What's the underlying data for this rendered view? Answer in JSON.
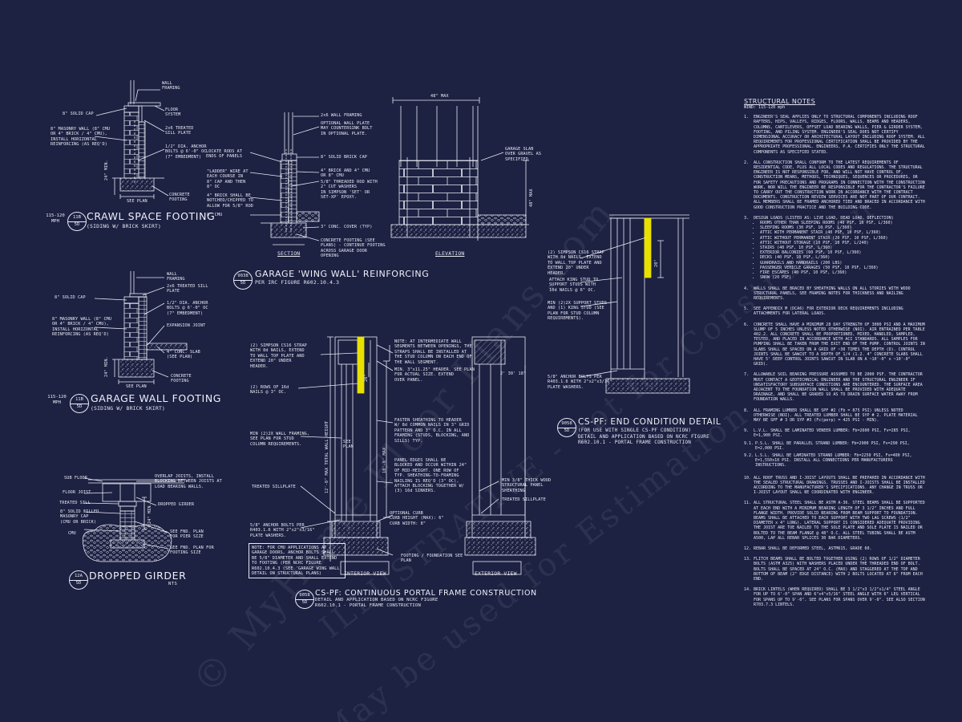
{
  "watermark": {
    "line1": "© MyHome Floor Plans.com",
    "line2": "ILLUSTRATIVE - not for Construction",
    "line3": "May be used for Estimation"
  },
  "colors": {
    "background": "#1d2142",
    "linework": "#e8eaf2",
    "highlight": "#e8e000",
    "watermark": "#ffffff"
  },
  "crawl": {
    "title": "CRAWL SPACE FOOTING",
    "subtitle": "(SIDING W/ BRICK SKIRT)",
    "bubble_top": "11B",
    "bubble_bottom": "5D",
    "mph": "115-120\nMPH",
    "labels": {
      "wall_framing": "WALL\nFRAMING",
      "solid_cap": "8\" SOLID CAP",
      "floor_system": "FLOOR\nSYSTEM",
      "treated_sill": "2x6 TREATED\nSILL PLATE",
      "masonry": "8\" MASONRY WALL (8\" CMU\nOR 4\" BRICK / 4\" CMU),\nINSTALL HORIZONTAL\nREINFORCING (AS REQ'D)",
      "anchor_bolts": "1/2\" DIA. ANCHOR\nBOLTS @ 6'-0\" OC\n(7\" EMBEDMENT)",
      "concrete_footing": "CONCRETE\nFOOTING",
      "see_plan": "SEE PLAN",
      "dim": "24\" MIN."
    }
  },
  "garage_wall": {
    "title": "GARAGE WALL FOOTING",
    "subtitle": "(SIDING W/ BRICK SKIRT)",
    "bubble_top": "11B",
    "bubble_bottom": "5D",
    "mph": "115-120\nMPH",
    "labels": {
      "wall_framing": "WALL\nFRAMING",
      "treated_sill": "2x6 TREATED SILL\nPLATE",
      "solid_cap": "8\" SOLID CAP",
      "masonry": "8\" MASONRY WALL (8\" CMU\nOR 4\" BRICK / 4\" CMU),\nINSTALL HORIZONTAL\nREINFORCING (AS REQ'D)",
      "anchor_bolts": "1/2\" DIA. ANCHOR\nBOLTS @ 6'-0\" OC\n(7\" EMBEDMENT)",
      "expansion": "EXPANSION JOINT",
      "slab": "4\" CONC. SLAB\n(SEE PLAN)",
      "concrete_footing": "CONCRETE\nFOOTING",
      "see_plan": "SEE PLAN",
      "dim": "24\" MIN."
    }
  },
  "girder": {
    "title": "DROPPED GIRDER",
    "nts": "NTS",
    "bubble_top": "12A",
    "bubble_bottom": "5D",
    "labels": {
      "sub_floor": "SUB FLOOR",
      "floor_joist": "FLOOR JOIST",
      "treated_sill": "TREATED SILL",
      "solid_filled": "8\" SOLID FILLED\nMASONRY CAP\n(CMU OR BRICK)",
      "cmu": "CMU",
      "overlap": "OVERLAP JOISTS, INSTALL\nBLOCKING BETWEEN JOISTS AT\nLOAD BEARING WALLS.",
      "dropped_girder": "DROPPED GIRDER",
      "pier_size": "SEE FND. PLAN\nFOR PIER SIZE",
      "footing_size": "SEE FND. PLAN FOR\nFOOTING SIZE",
      "dim": "24\" MIN."
    }
  },
  "wing": {
    "title": "GARAGE 'WING WALL' REINFORCING",
    "subtitle": "PER IRC FIGURE R602.10.4.3",
    "bubble_top": "9038",
    "bubble_bottom": "5D",
    "dim_top": "48\" MAX",
    "dim_side": "48\" MAX",
    "section_label": "SECTION",
    "elevation_label": "ELEVATION",
    "labels": {
      "wall_framing": "2x6 WALL FRAMING",
      "optional_plate": "OPTIONAL WALL PLATE\nMAY COUNTERSINK BOLT\nIN OPTIONAL PLATE.",
      "brick_cap": "8\" SOLID BRICK CAP",
      "locate_rods": "LOCATE RODS AT\nENDS OF PANELS",
      "ladder": "\"LADDER\" WIRE AT\nEACH COURSE IN\n8\" CAP AND THEN\n8\" OC",
      "brick_notched": "4\" BRICK SHALL BE\nNOTCHED/CHIPPED TO\nALLOW FOR 5/8\" ROD",
      "brick_cmu": "4\" BRICK AND 4\" CMU\nOR 8\" CMU",
      "threaded_rod": "5/8\" THREADED ROD WITH\n2\" CUT WASHERS\nIN SIMPSON 'SET' OR\nSET-XP' EPOXY.",
      "cmu": "8\" CMU",
      "cover": "3\" CONC. COVER (TYP)",
      "footing": "CONCRETE FOOTING (SEE\nPLANS) - CONTINUE FOOTING\nACROSS GARAGE DOOR\nOPENING",
      "garage_slab": "GARAGE SLAB\nOVER GRAVEL AS\nSPECIFIED"
    }
  },
  "portal": {
    "title": "CS-PF: CONTINUOUS PORTAL FRAME CONSTRUCTION",
    "subtitle": "DETAIL AND APPLICATION BASED ON NCRC FIGURE\nR602.10.1 - PORTAL FRAME CONSTRUCTION",
    "bubble_top": "9058",
    "bubble_bottom": "5D",
    "interior_view": "INTERIOR VIEW",
    "exterior_view": "EXTERIOR VIEW",
    "dim_20": "20\"",
    "dim_12": "12'-0\" MAX TOTAL WALL HEIGHT",
    "dim_10": "10'-0\" MAX",
    "dim_230": "2' 30' 18\"",
    "see_plan": "SEE\nPLAN",
    "labels": {
      "strap": "(2) SIMPSON CS16 STRAP\nWITH 8d NAILS, EXTEND\nTO WALL TOP PLATE AND\nEXTEND 20\" UNDER\nHEADER.",
      "rows": "(2) ROWS OF 16d\nNAILS @ 3\" OC.",
      "min_framing": "MIN (2)2X WALL FRAMING,\nSEE PLAN FOR STUD\nCOLUMN REQUIREMENTS.",
      "treated_sill": "TREATED SILLPLATE",
      "anchor": "5/8\" ANCHOR BOLTS PER\nR403.1.6 WITH 2\"x2\"x3/16\"\nPLATE WASHERS.",
      "cmu_note": "NOTE: FOR CMU APPLICATIONS AT\nGARAGE DOORS, ANCHOR BOLTS SHALL\nBE 5/8\" DIAMETER AND SHALL EXTEND\nTO FOOTING (PER NCRC FIGURE\nR602.10.4.3 (SEE 'GARAGE WING WALL'\nDETAIL ON STRUCTURAL PLANS)",
      "intermediate": "NOTE: AT INTERMEDIATE WALL\nSEGMENTS BETWEEN OPENINGS, THE\nSTRAPS SHALL BE INSTALLED AT\nTHE STUD COLUMN ON EACH END OF\nTHE WALL SEGMENT.",
      "header": "MIN. 3\"x11.25\" HEADER. SEE PLAN\nFOR ACTUAL SIZE. EXTEND\nOVER PANEL.",
      "fasten": "FASTEN SHEATHING TO HEADER\nW/ 8d COMMON NAILS IN 3\" GRID\nPATTERN AND 3\" O.C. IN ALL\nFRAMING (STUDS, BLOCKING, AND\nSILLS) TYP.",
      "panel_edges": "PANEL EDGES SHALL BE\nBLOCKED AND OCCUR WITHIN 24\"\nOF MID-HEIGHT. ONE ROW OF\nTYP. SHEATHING-TO-FRAMING\nNAILING IS REQ'D (3\" OC),\nATTACH BLOCKING TOGETHER W/\n(3) 16d SINKERS.",
      "curb": "OPTIONAL CURB\nCURB HEIGHT (MAX): 6\"\nCURB WIDTH: 8\"",
      "footing": "FOOTING / FOUNDATION SEE\nPLAN",
      "sheathing": "MIN 3/8\" THICK WOOD\nSTRUCTURAL PANEL\nSHEATHING",
      "sill_ext": "TREATED SILLPLATE"
    }
  },
  "end": {
    "title": "CS-PF: END CONDITION DETAIL",
    "subtitle": "(FOR USE WITH SINGLE CS-PF CONDITION)\nDETAIL AND APPLICATION BASED ON NCRC FIGURE\nR602.10.1 - PORTAL FRAME CONSTRUCTION",
    "bubble_top": "9058",
    "bubble_bottom": "5D",
    "dim_20": "20\"",
    "labels": {
      "strap": "(2) SIMPSON CS16 STRAP\nWITH 8d NAILS, EXTEND\nTO WALL TOP PLATE AND\nEXTEND 20\" UNDER\nHEADER.",
      "king": "ATTACH KING STUD TO\nSUPPORT STUDS WITH\n10d NAILS @ 6\" OC.",
      "min_2": "MIN (2)2X SUPPORT STUDS\nAND (1) KING STUD (SEE\nPLAN FOR STUD COLUMN\nREQUIREMENTS).",
      "anchor": "5/8\" ANCHOR BOLTS PER\nR403.1.6 WITH 2\"x2\"x3/16\"\nPLATE WASHERS."
    }
  },
  "structural_notes": {
    "heading": "STRUCTURAL NOTES",
    "sub": "WIND: 115-120 mph",
    "items": [
      {
        "n": "1.",
        "t": "ENGINEER'S SEAL APPLIES ONLY TO STRUCTURAL COMPONENTS INCLUDING ROOF RAFTERS, HIPS, VALLEYS, RIDGES, FLOORS, WALLS, BEAMS AND HEADERS, COLUMNS, CANTILEVERS, OFFSET LOAD BEARING WALLS, PIER & GIRDER SYSTEM, FOOTING, AND PILING SYSTEM. ENGINEER'S SEAL DOES NOT CERTIFY DIMENSIONAL ACCURACY OR ARCHITECTURAL LAYOUT INCLUDING ROOF SYSTEM. ALL REQUIREMENTS FOR PROFESSIONAL CERTIFICATION SHALL BE PROVIDED BY THE APPROPRIATE PROFESSIONAL. ENGINEERS, P.A. CERTIFIES ONLY THE STRUCTURAL COMPONENTS AS SPECIFIED STATED."
      },
      {
        "n": "2.",
        "t": "ALL CONSTRUCTION SHALL CONFORM TO THE LATEST REQUIREMENTS OF RESIDENTIAL CODE, PLUS ALL LOCAL CODES AND REGULATIONS. THE STRUCTURAL ENGINEER IS NOT RESPONSIBLE FOR, AND WILL NOT HAVE CONTROL OF, CONSTRUCTION MEANS, METHODS, TECHNIQUES, SEQUENCES OR PROCEDURES, OR FOR SAFETY PRECAUTIONS AND PROGRAMS IN CONNECTION WITH THE CONSTRUCTION WORK, NOR WILL THE ENGINEER BE RESPONSIBLE FOR THE CONTRACTOR'S FAILURE TO CARRY OUT THE CONSTRUCTION WORK IN ACCORDANCE WITH THE CONTRACT DOCUMENTS. CONSTRUCTION REVIEW SERVICES ARE NOT PART OF OUR CONTRACT. ALL MEMBERS SHALL BE FRAMED ANCHORED TIED AND BRACED IN ACCORDANCE WITH GOOD CONSTRUCTION PRACTICE AND THE BUILDING CODE."
      },
      {
        "n": "3.",
        "t": "DESIGN LOADS (LISTED AS: LIVE LOAD, DEAD LOAD, DEFLECTION)",
        "list": [
          "ROOMS OTHER THAN SLEEPING ROOMS (40 PSF, 10 PSF, L/360)",
          "SLEEPING ROOMS (30 PSF, 10 PSF, L/360)",
          "ATTIC WITH PERMANENT STAIR (40 PSF, 10 PSF, L/360)",
          "ATTIC WITHOUT PERMANENT STAIR (20 PSF, 10 PSF, L/360)",
          "ATTIC WITHOUT STORAGE (10 PSF, 10 PSF, L/240)",
          "STAIRS (40 PSF, 10 PSF, L/360)",
          "EXTERIOR BALCONIES (60 PSF, 10 PSF, L/360)",
          "DECKS (40 PSF, 10 PSF, L/360)",
          "GUARDRAILS AND HANDRAILS (200 LBS)",
          "PASSENGER VEHICLE GARAGES (50 PSF, 10 PSF, L/360)",
          "FIRE ESCAPES (40 PSF, 10 PSF, L/360)",
          "SNOW (20 PSF)"
        ]
      },
      {
        "n": "4.",
        "t": "WALLS SHALL BE BRACED BY SHEATHING WALLS ON ALL STORIES WITH WOOD STRUCTURAL PANELS, SEE FRAMING NOTES FOR THICKNESS AND NAILING REQUIREMENTS."
      },
      {
        "n": "5.",
        "t": "SEE APPENDIX M (DCA6) FOR EXTERIOR DECK REQUIREMENTS INCLUDING ATTACHMENTS FOR LATERAL LOADS."
      },
      {
        "n": "6.",
        "t": "CONCRETE SHALL HAVE A MINIMUM 28 DAY STRENGTH OF 3000 PSI AND A MAXIMUM SLUMP OF 5 INCHES UNLESS NOTED OTHERWISE (NOI). AIR ENTRAINED PER TABLE 402.2. ALL CONCRETE SHALL BE PROPORTIONED, MIXED, HANDLED, SAMPLED, TESTED, AND PLACED IN ACCORDANCE WITH ACI STANDARDS. ALL SAMPLES FOR PUMPING SHALL BE TAKEN FROM THE EXIT END OF THE PUMP. CONTROL JOINTS IN SLABS SHALL BE SPACED ON A GRID OF ~30 TIMES THE DEPTH (D). CONTROL JOINTS SHALL BE SAWCUT TO A DEPTH OF 1/4 (1.2. 4\" CONCRETE SLABS SHALL HAVE 5' DEEP CONTROL JOINTS SAWCUT IN SLAB ON A ~10'-0\" x ~10'-0\" GRID)."
      },
      {
        "n": "7.",
        "t": "ALLOWABLE SOIL BEARING PRESSURE ASSUMED TO BE 2000 PSF. THE CONTRACTOR MUST CONTACT A GEOTECHNICAL ENGINEER AND THE STRUCTURAL ENGINEER IF UNSATISFACTORY SUBSURFACE CONDITIONS ARE ENCOUNTERED. THE SURFACE AREA ADJACENT TO THE FOUNDATION WALL SHALL BE PROVIDED WITH ADEQUATE DRAINAGE, AND SHALL BE GRADED SO AS TO DRAIN SURFACE WATER AWAY FROM FOUNDATION WALLS."
      },
      {
        "n": "8.",
        "t": "ALL FRAMING LUMBER SHALL BE SPF #2 (Fb = 875 PSI) UNLESS NOTED OTHERWISE (NOI). ALL TREATED LUMBER SHALL BE SYP # 2. PLATE MATERIAL MAY BE SPF # 3 OR SYP #3 (Fc(perp) = 425 PSI - MIN)."
      },
      {
        "n": "9.",
        "t": "L.V.L. SHALL BE LAMINATED VENEER LUMBER: Fb=2600 PSI, Fv=285 PSI, E=1,900 PSI.",
        "sub": [
          {
            "n": "9.1.",
            "t": "P.S.L. SHALL BE PARALLEL STRAND LUMBER: Fb=2900 PSI, Fv=290 PSI, E=2,000 PSI."
          },
          {
            "n": "9.2.",
            "t": "L.S.L. SHALL BE LAMINATED STRAND LUMBER: Fb=2250 PSI, Fv=400 PSI, E=1,550x10 PSI. INSTALL ALL CONNECTIONS PER MANUFACTURERS INSTRUCTIONS."
          }
        ]
      },
      {
        "n": "10.",
        "t": "ALL ROOF TRUSS AND I-JOIST LAYOUTS SHALL BE PREPARED IN ACCORDANCE WITH THE SEALED STRUCTURAL DRAWINGS. TRUSSES AND I-JOISTS SHALL BE INSTALLED ACCORDING TO THE MANUFACTURER'S SPECIFICATIONS. ANY CHANGE IN TRUSS OR I-JOIST LAYOUT SHALL BE COORDINATED WITH ENGINEER."
      },
      {
        "n": "11.",
        "t": "ALL STRUCTURAL STEEL SHALL BE ASTM A-36. STEEL BEAMS SHALL BE SUPPORTED AT EACH END WITH A MINIMUM BEARING LENGTH OF 3 1/2\" INCHES AND FULL FLANGE WIDTH. PROVIDE SOLID BEARING FROM BEAM SUPPORT TO FOUNDATION. BEAMS SHALL BE ATTACHED TO EACH SUPPORT WITH TWO LAG SCREWS (1/2\" DIAMETER x 4\" LONG). LATERAL SUPPORT IS CONSIDERED ADEQUATE PROVIDING THE JOIST ARE TOE NAILED TO THE SOLE PLATE AND SOLE PLATE IS NAILED OR BOLTED TO THE BEAM FLANGE @ 48\" O.C. ALL STEEL TUBING SHALL BE ASTM A500, LAP ALL REBAR SPLICES 30 BAR DIAMETERS."
      },
      {
        "n": "12.",
        "t": "REBAR SHALL BE DEFORMED STEEL, ASTM615, GRADE 60."
      },
      {
        "n": "13.",
        "t": "FLITCH BEAMS SHALL BE BOLTED TOGETHER USING (2) ROWS OF 1/2\" DIAMETER BOLTS (ASTM A325) WITH WASHERS PLACED UNDER THE THREADED END OF BOLT. BOLTS SHALL BE SPACED AT 24\" O.C. (MAX) AND STAGGERED AT THE TOP AND BOTTOM OF BEAM (2\" EDGE DISTANCE) WITH 2 BOLTS LOCATED AT 6\" FROM EACH END."
      },
      {
        "n": "14.",
        "t": "BRICK LINTELS (WHEN REQUIRED) SHALL BE 3 1/2\"x3 1/2\"x1/4\" STEEL ANGLE FOR UP TO 6'-0\" SPAN AND 6\"x4\"x5/16\" STEEL ANGLE WITH 6\" LEG VERTICAL FOR SPANS UP TO 9'-0\". SEE PLANS FOR SPANS OVER 9'-0\". SEE ALSO SECTION R703.7.3 LINTELS."
      }
    ]
  }
}
